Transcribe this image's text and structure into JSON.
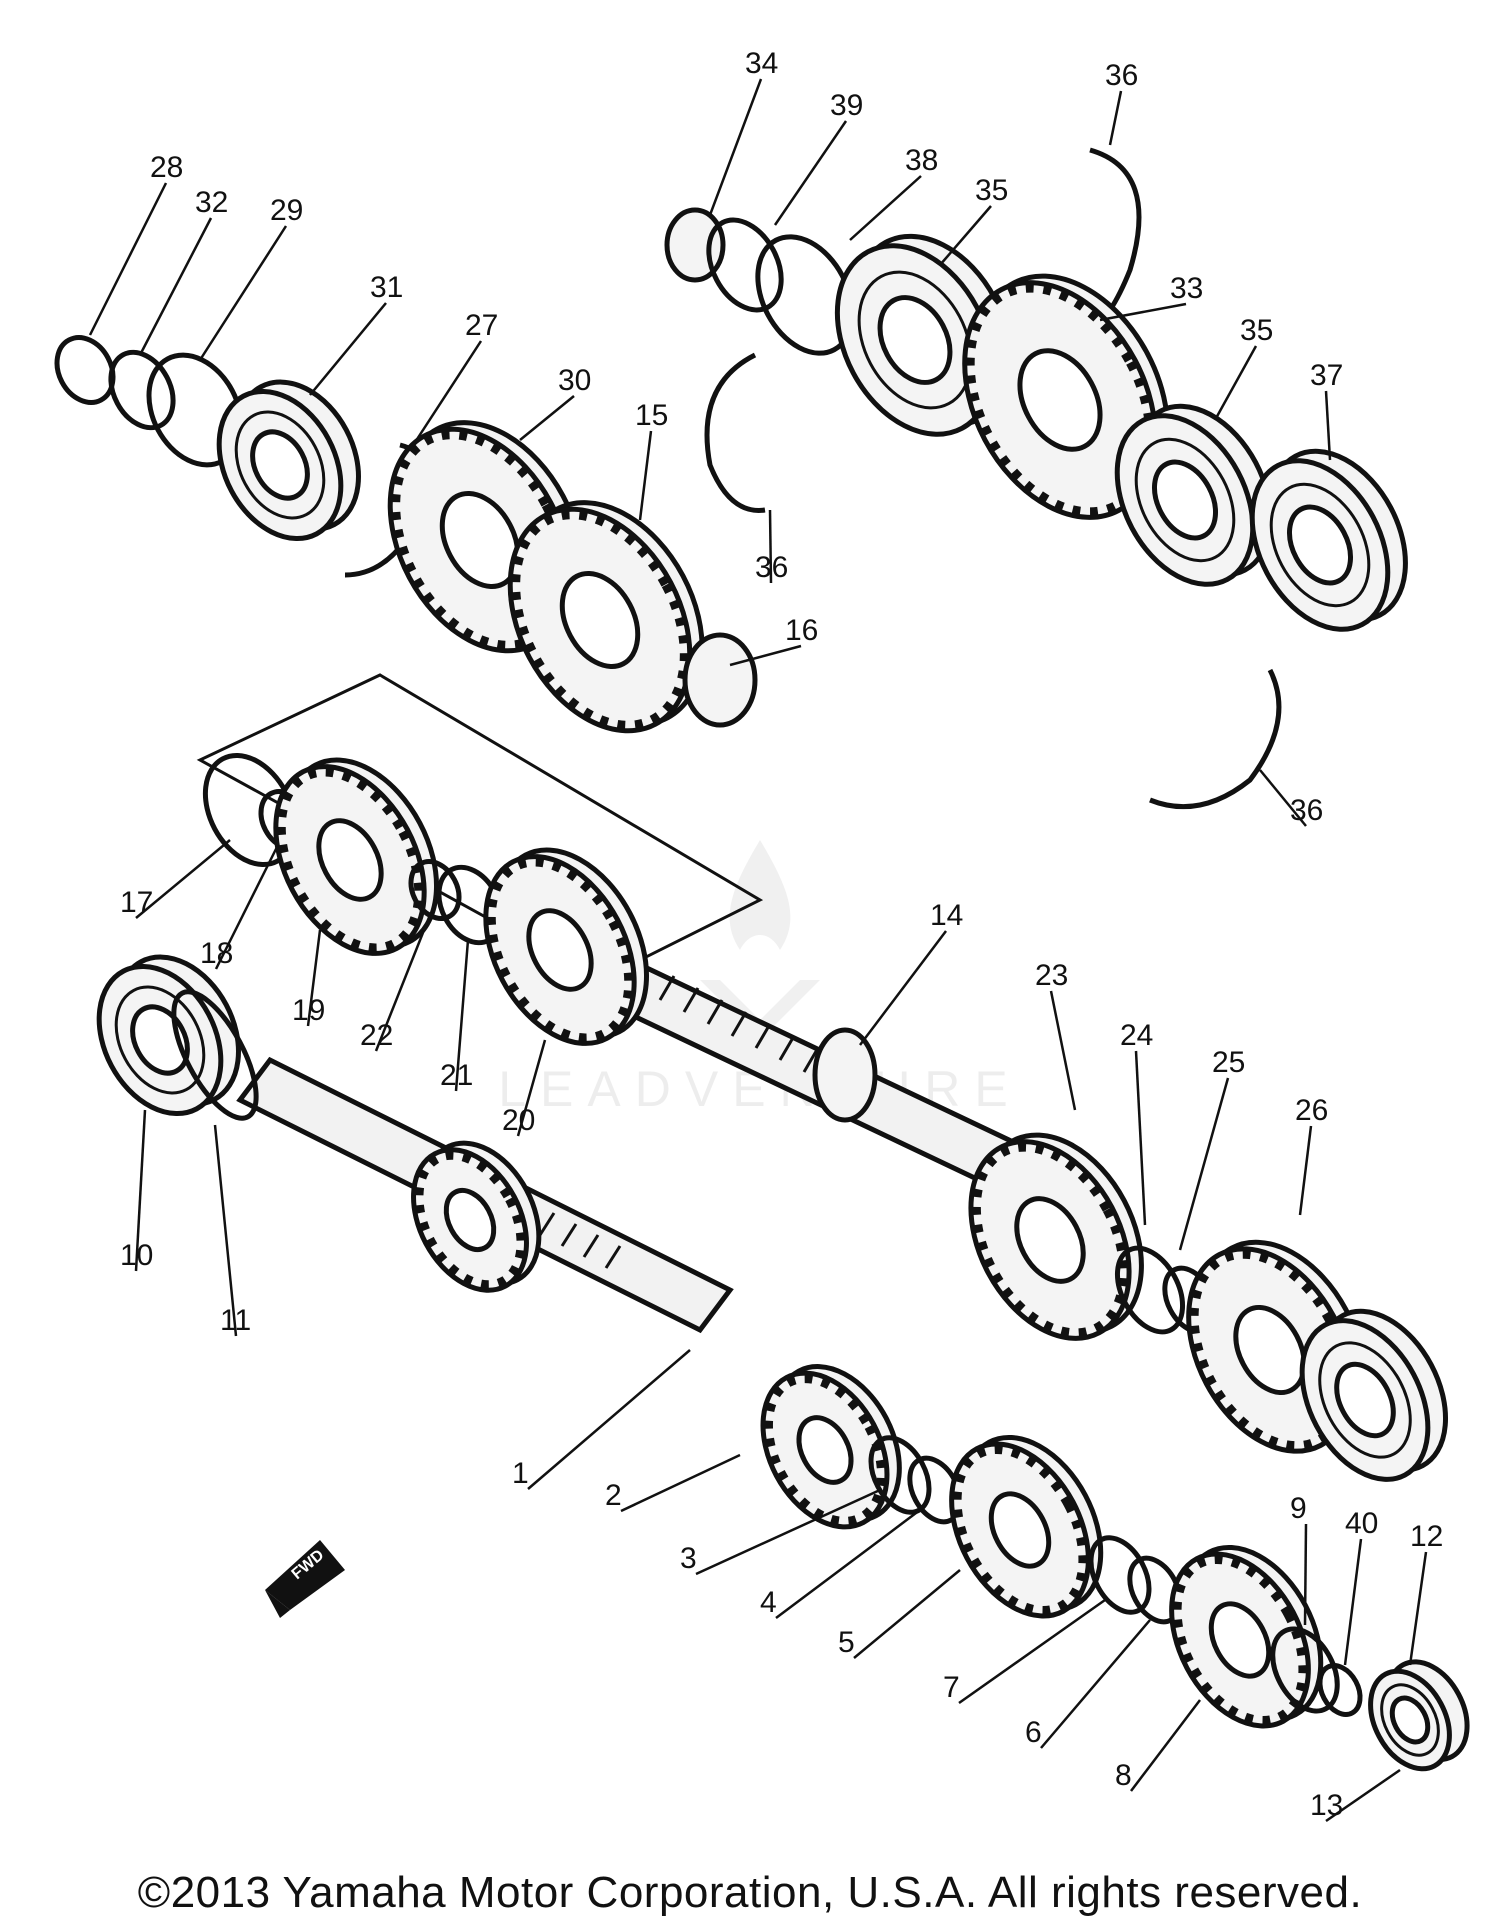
{
  "diagram": {
    "callouts": [
      "1",
      "2",
      "3",
      "4",
      "5",
      "6",
      "7",
      "8",
      "9",
      "10",
      "11",
      "12",
      "13",
      "14",
      "15",
      "16",
      "17",
      "18",
      "19",
      "20",
      "21",
      "22",
      "23",
      "24",
      "25",
      "26",
      "27",
      "28",
      "29",
      "30",
      "31",
      "32",
      "33",
      "34",
      "35",
      "35",
      "36",
      "36",
      "36",
      "37",
      "38",
      "39",
      "40"
    ],
    "front_marker": "FWD",
    "watermark": "LEADVENTURE"
  },
  "footer": {
    "copyright": "©2013 Yamaha Motor Corporation, U.S.A. All rights reserved."
  }
}
